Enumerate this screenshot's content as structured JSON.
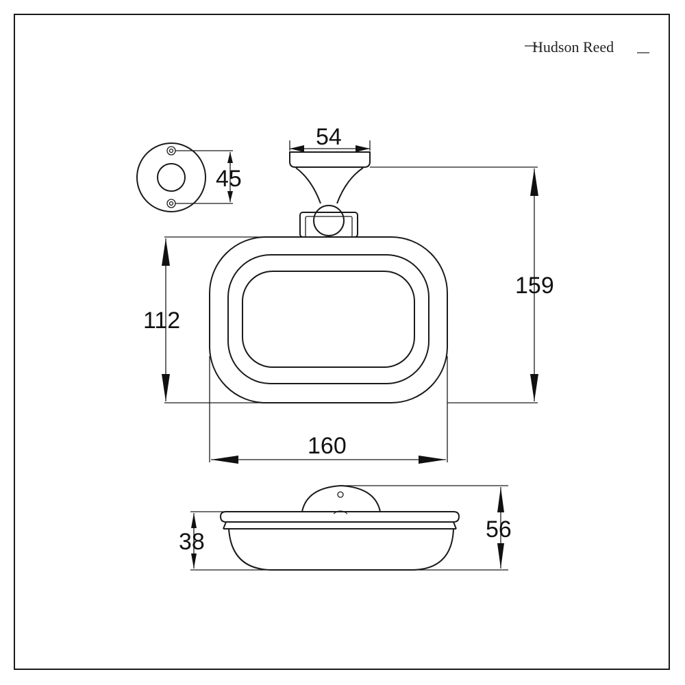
{
  "brand": "Hudson Reed",
  "dimensions": {
    "backplate_diameter": "45",
    "bracket_width": "54",
    "overall_height": "159",
    "dish_height": "112",
    "dish_width": "160",
    "dish_depth": "38",
    "overall_depth": "56"
  }
}
